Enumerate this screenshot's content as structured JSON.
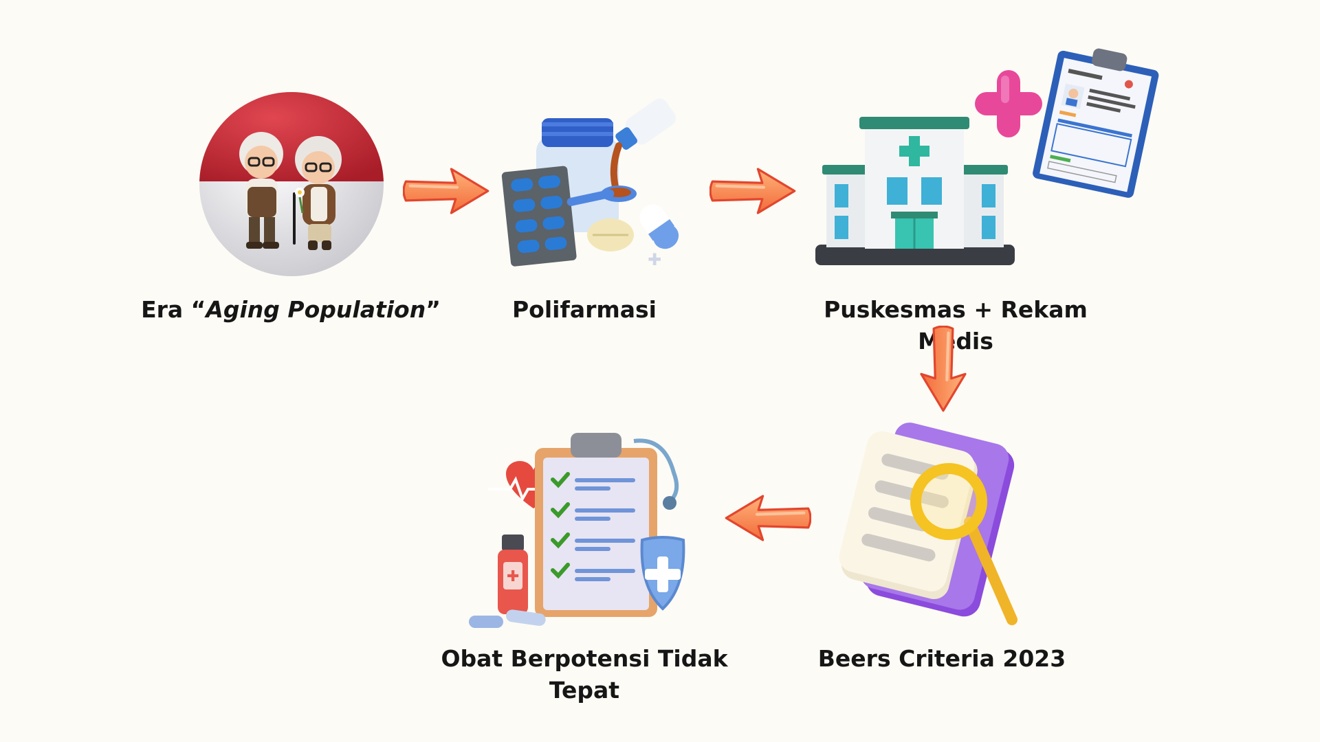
{
  "diagram": {
    "nodes": [
      {
        "id": "aging",
        "label_prefix": "Era “",
        "label_italic": "Aging Population",
        "label_suffix": "”",
        "icon": "elderly-couple-icon"
      },
      {
        "id": "polifarmasi",
        "label": "Polifarmasi",
        "icon": "medicines-icon"
      },
      {
        "id": "puskesmas",
        "label": "Puskesmas + Rekam Medis",
        "icon": "clinic-building-icon"
      },
      {
        "id": "beers",
        "label": "Beers Criteria 2023",
        "icon": "document-search-icon"
      },
      {
        "id": "obat",
        "label_line1": "Obat Berpotensi Tidak",
        "label_line2": "Tepat",
        "icon": "checklist-clipboard-icon"
      }
    ],
    "edges": [
      {
        "from": "aging",
        "to": "polifarmasi",
        "direction": "right"
      },
      {
        "from": "polifarmasi",
        "to": "puskesmas",
        "direction": "right"
      },
      {
        "from": "puskesmas",
        "to": "beers",
        "direction": "down"
      },
      {
        "from": "beers",
        "to": "obat",
        "direction": "left"
      }
    ],
    "colors": {
      "background": "#fdfbf5",
      "arrow_fill": "#f58a4c",
      "arrow_outline": "#e2462e",
      "text": "#161616"
    }
  }
}
